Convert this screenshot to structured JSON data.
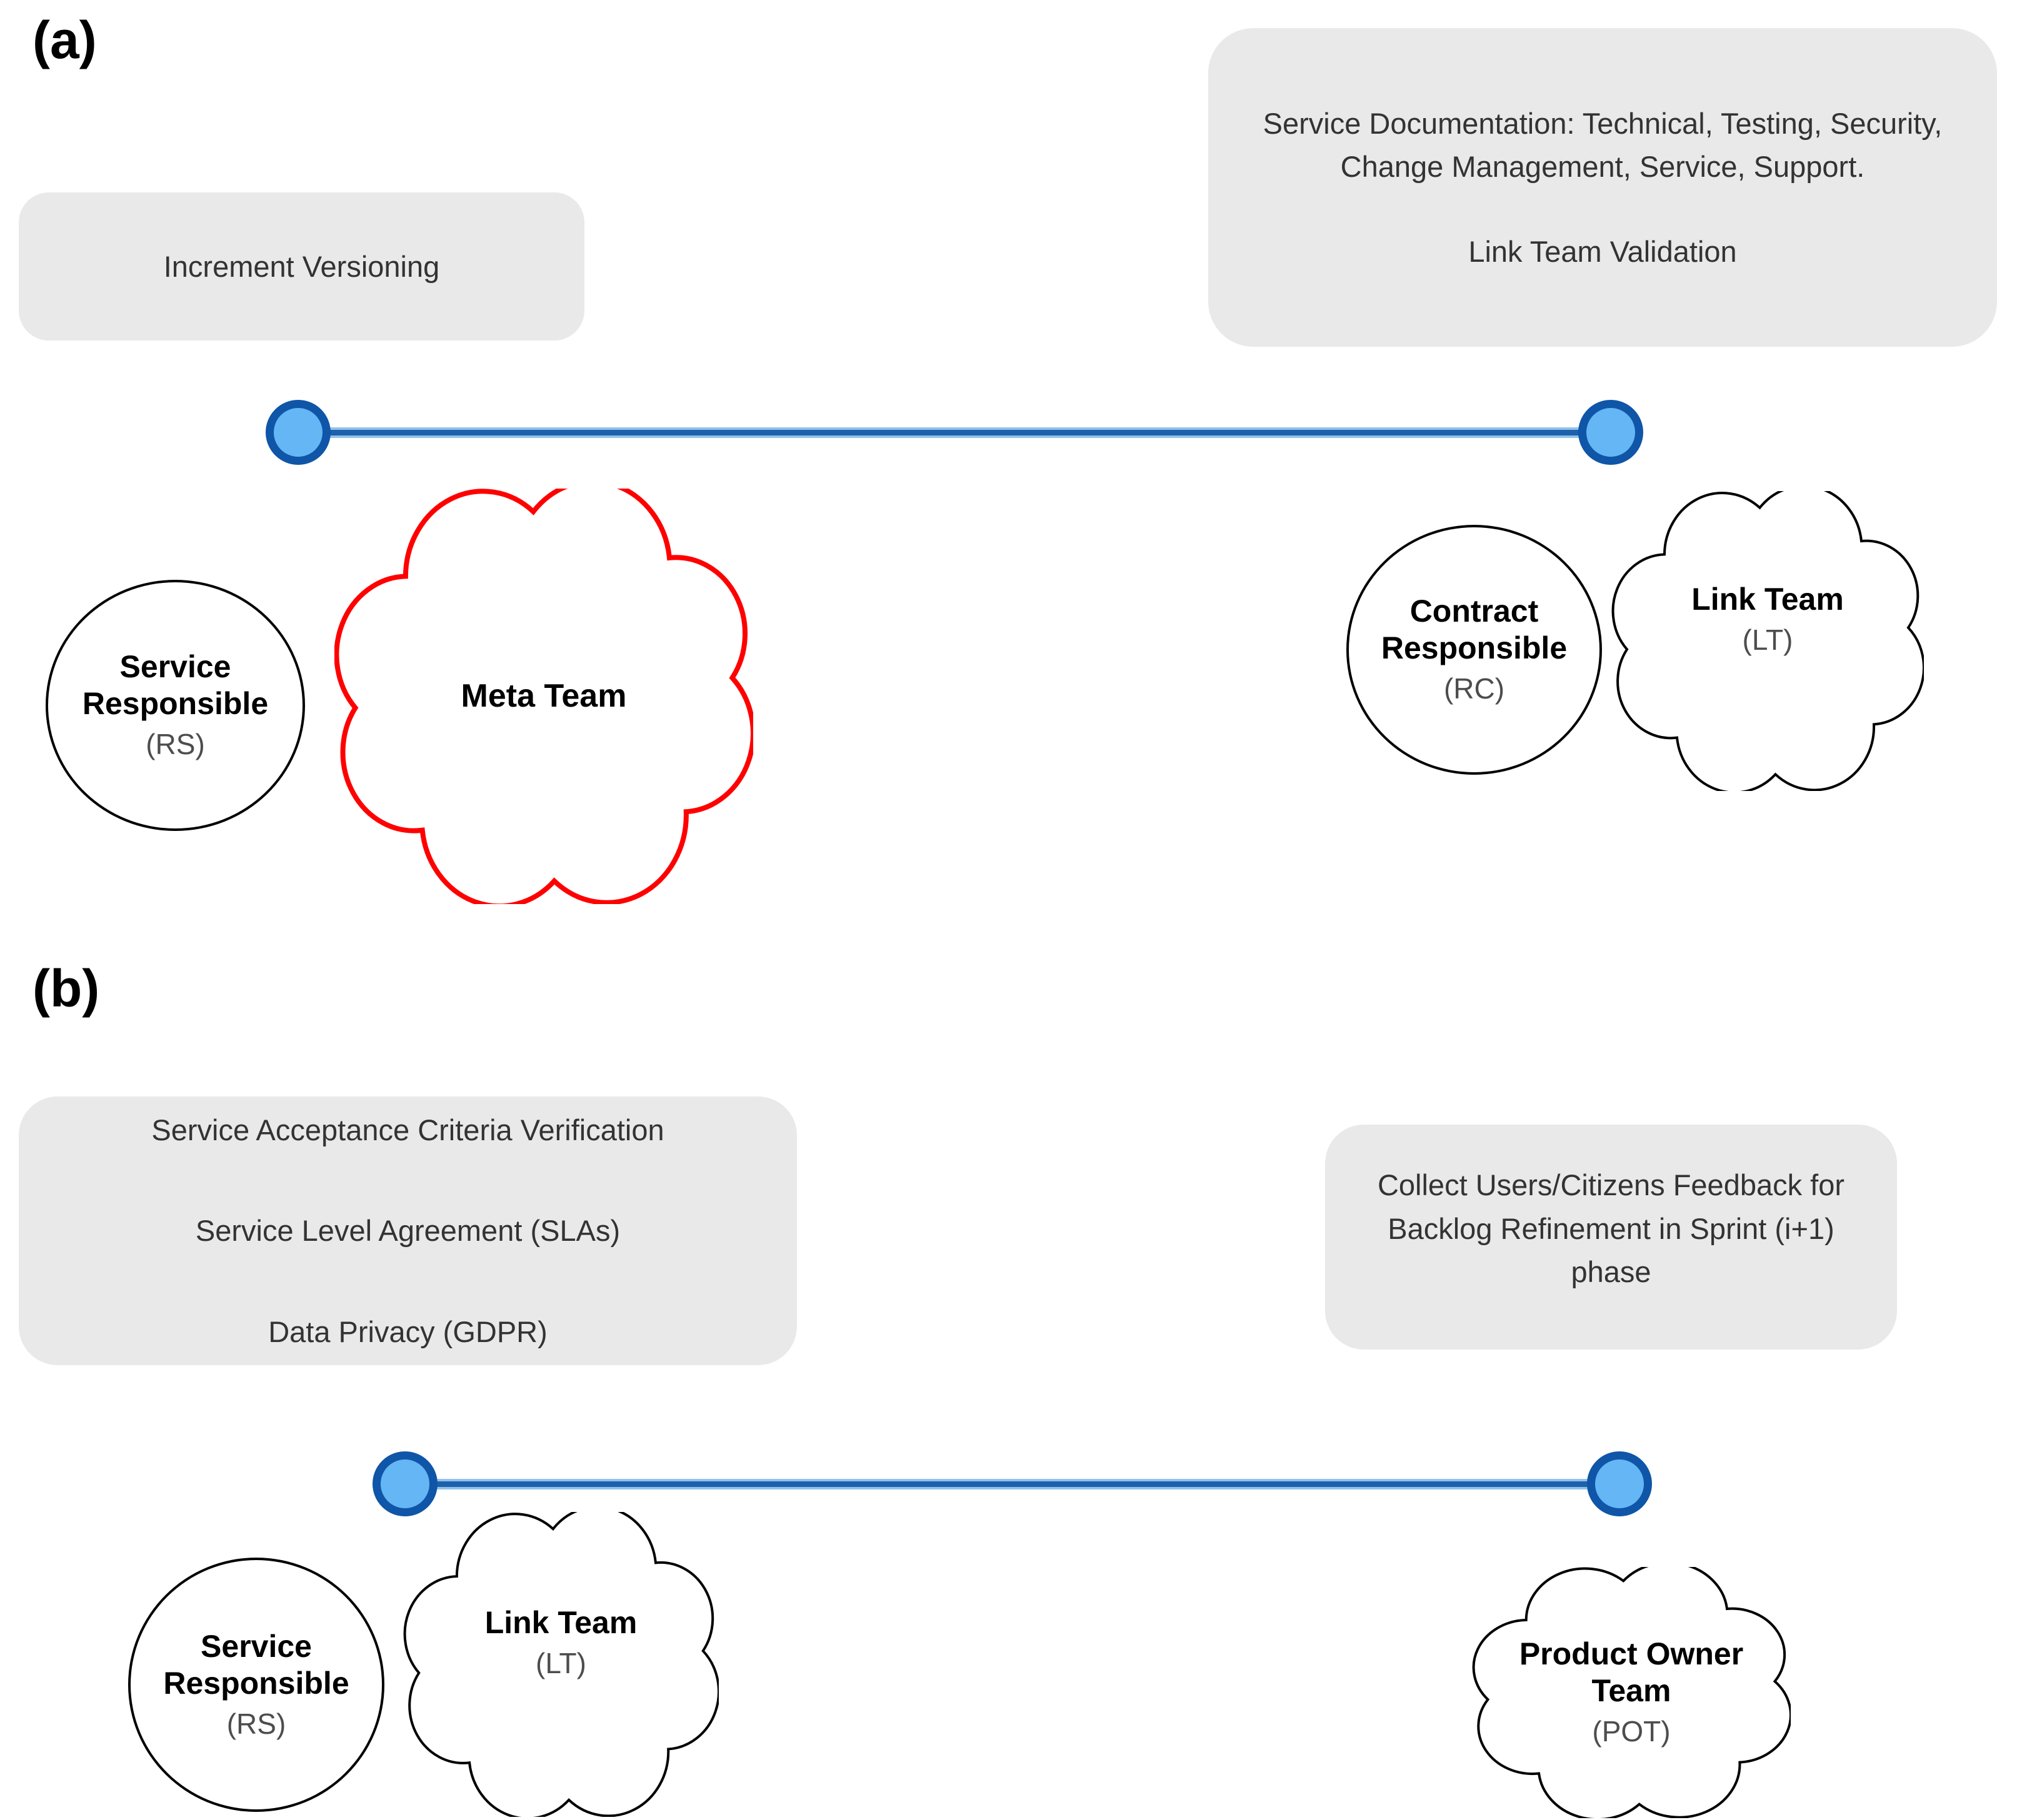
{
  "panel_a": {
    "label": "(a)",
    "left_note": {
      "text": "Increment Versioning"
    },
    "right_note": {
      "paragraph1": "Service Documentation: Technical, Testing, Security, Change Management, Service, Support.",
      "paragraph2": "Link Team Validation"
    },
    "service_responsible": {
      "line1": "Service",
      "line2": "Responsible",
      "abbr": "(RS)"
    },
    "meta_team": {
      "title": "Meta Team"
    },
    "contract_responsible": {
      "line1": "Contract",
      "line2": "Responsible",
      "abbr": "(RC)"
    },
    "link_team": {
      "line1": "Link Team",
      "abbr": "(LT)"
    }
  },
  "panel_b": {
    "label": "(b)",
    "left_note": {
      "line1": "Service Acceptance Criteria Verification",
      "line2": "Service Level Agreement (SLAs)",
      "line3": "Data Privacy (GDPR)"
    },
    "right_note": {
      "text": "Collect Users/Citizens Feedback for Backlog Refinement in Sprint (i+1) phase"
    },
    "service_responsible": {
      "line1": "Service",
      "line2": "Responsible",
      "abbr": "(RS)"
    },
    "link_team": {
      "line1": "Link Team",
      "abbr": "(LT)"
    },
    "product_owner_team": {
      "line1": "Product Owner",
      "line2": "Team",
      "abbr": "(POT)"
    }
  },
  "colors": {
    "note_fill": "#e9e9e9",
    "note_text": "#333333",
    "connector_core": "#1d61ac",
    "connector_edge": "#93c1e9",
    "endpoint_fill": "#65b6f4",
    "endpoint_ring": "#0f55a8",
    "meta_cloud_stroke": "#ff0000",
    "node_stroke": "#000000",
    "node_title_text": "#000000",
    "abbr_text": "#4d4d4d",
    "background": "#ffffff"
  }
}
